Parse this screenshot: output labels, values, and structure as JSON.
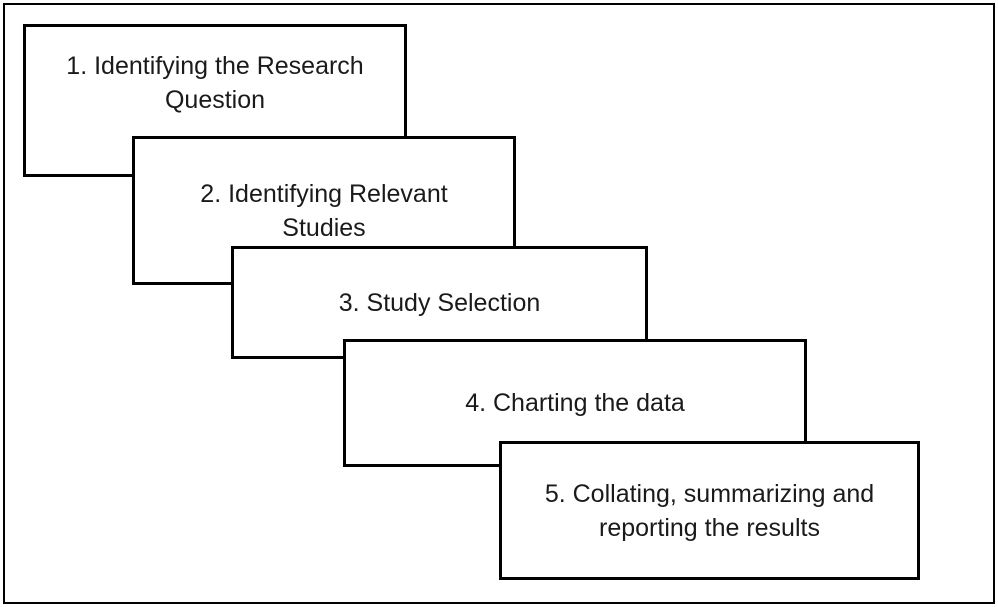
{
  "diagram": {
    "type": "stacked-process-steps",
    "description": "Five overlapping cascading rectangles, each a numbered methodology stage",
    "colors": {
      "border": "#000000",
      "background": "#ffffff",
      "text": "#1a1a1a"
    },
    "steps": [
      {
        "number": "1",
        "label": "1. Identifying the Research\nQuestion"
      },
      {
        "number": "2",
        "label": "2. Identifying Relevant\nStudies"
      },
      {
        "number": "3",
        "label": "3. Study Selection"
      },
      {
        "number": "4",
        "label": "4. Charting the data"
      },
      {
        "number": "5",
        "label": "5. Collating, summarizing and\nreporting the results"
      }
    ]
  }
}
